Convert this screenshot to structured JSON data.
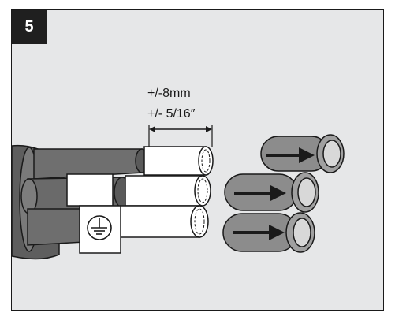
{
  "step_number": "5",
  "dimension": {
    "metric": "+/-8mm",
    "imperial": "+/- 5/16″"
  },
  "icons": {
    "ground": "earth-ground-icon",
    "push": "arrow-right-icon"
  },
  "colors": {
    "panel_bg": "#e6e7e8",
    "badge_bg": "#1f1f1f",
    "cable_dark": "#6b6b6b",
    "cable_mid": "#8a8a8a",
    "conductor": "#ffffff",
    "sleeve": "#8c8c8c",
    "outline": "#1a1a1a"
  }
}
